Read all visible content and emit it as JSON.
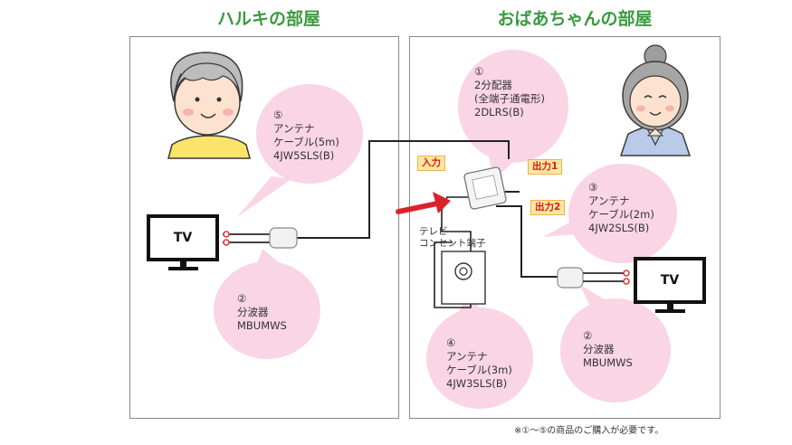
{
  "rooms": {
    "haruki": {
      "title": "ハルキの部屋"
    },
    "grandma": {
      "title": "おばあちゃんの部屋"
    }
  },
  "bubbles": {
    "cable_5m": {
      "text": "⑤\nアンテナ\nケーブル(5m)\n4JW5SLS(B)"
    },
    "splitter_left": {
      "text": "②\n分波器\nMBUMWS"
    },
    "divider": {
      "text": "①\n2分配器\n(全端子通電形)\n2DLRS(B)"
    },
    "cable_2m": {
      "text": "③\nアンテナ\nケーブル(2m)\n4JW2SLS(B)"
    },
    "cable_3m": {
      "text": "④\nアンテナ\nケーブル(3m)\n4JW3SLS(B)"
    },
    "splitter_right": {
      "text": "②\n分波器\nMBUMWS"
    }
  },
  "tags": {
    "input": "入力",
    "output1": "出力1",
    "output2": "出力2"
  },
  "devices": {
    "tv_left": "TV",
    "tv_right": "TV",
    "outlet": "テレビ\nコンセント端子"
  },
  "footnote": "※①〜⑤の商品のご購入が必要です。",
  "colors": {
    "room_title": "#3a9a3f",
    "bubble": "#f9d5e5",
    "tag_bg": "#fde6a0",
    "tag_text": "#d11a1a",
    "arrow": "#d8232a"
  }
}
